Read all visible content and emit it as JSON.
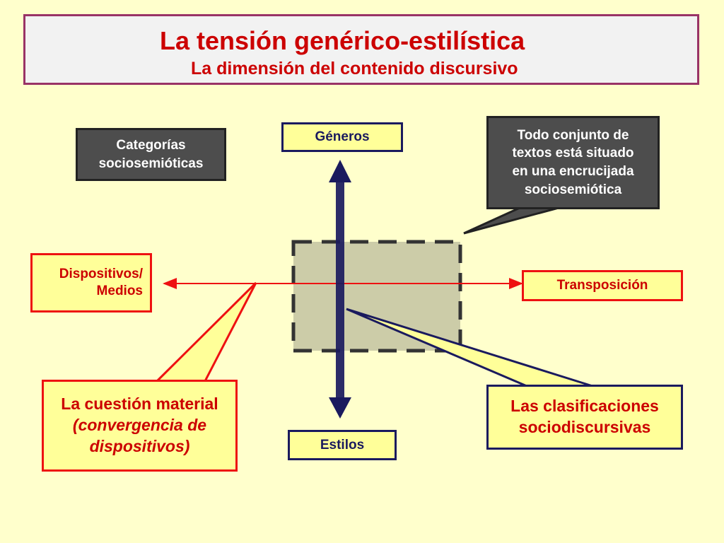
{
  "slide": {
    "title": "La tensión genérico-estilística",
    "subtitle": "La dimensión del contenido discursivo"
  },
  "diagram": {
    "categorias": {
      "line1": "Categorías",
      "line2": "sociosemióticas"
    },
    "generos": "Géneros",
    "estilos": "Estilos",
    "dispositivos": {
      "line1": "Dispositivos/",
      "line2": "Medios"
    },
    "transposicion": "Transposición",
    "callout_encrucijada": {
      "line1": "Todo conjunto de",
      "line2": "textos está situado",
      "line3": "en una encrucijada",
      "line4": "sociosemiótica"
    },
    "callout_material": {
      "line1": "La cuestión material",
      "line2": "(convergencia de",
      "line3": "dispositivos)"
    },
    "callout_clasificaciones": {
      "line1": "Las clasificaciones",
      "line2": "sociodiscursivas"
    }
  },
  "colors": {
    "background": "#ffffcc",
    "title_red": "#cc0000",
    "title_border": "#993366",
    "navy": "#1a1a5e",
    "dark_gray": "#4d4d4d",
    "red": "#ee1111",
    "center_fill": "#cccca8"
  }
}
